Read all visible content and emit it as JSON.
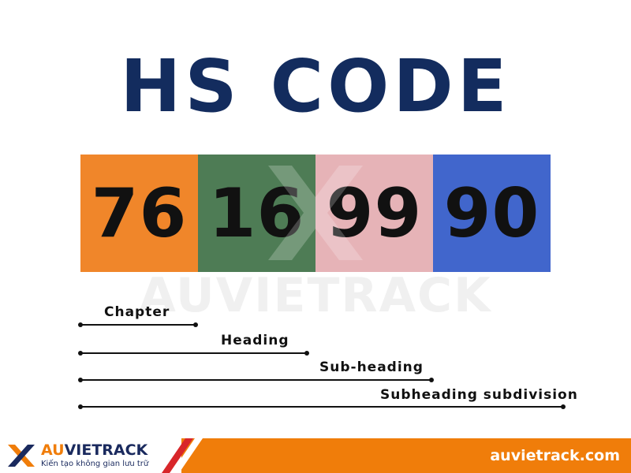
{
  "title": "HS CODE",
  "code_segments": [
    {
      "digits": "76",
      "color": "#f0862a"
    },
    {
      "digits": "16",
      "color": "#4e7c55"
    },
    {
      "digits": "99",
      "color": "#e6b3b7"
    },
    {
      "digits": "90",
      "color": "#4166cc"
    }
  ],
  "levels": [
    {
      "label": "Chapter"
    },
    {
      "label": "Heading"
    },
    {
      "label": "Sub-heading"
    },
    {
      "label": "Subheading subdivision"
    }
  ],
  "watermark": {
    "text": "AUVIETRACK"
  },
  "footer": {
    "brand_name": "AUVIETRACK",
    "tagline": "Kiến tạo không gian lưu trữ",
    "url": "auvietrack.com"
  },
  "colors": {
    "title": "#132c5e",
    "brand_blue": "#1a2a5e",
    "brand_orange": "#f07d0a",
    "footer_bar": "#f07d0a",
    "watermark": "#f0f0f0"
  }
}
